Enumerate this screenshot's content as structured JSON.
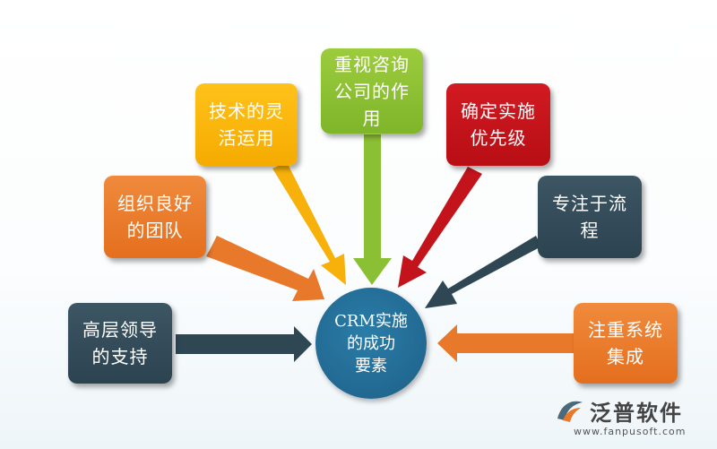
{
  "center": {
    "line1": "CRM实施",
    "line2": "的成功",
    "line3": "要素"
  },
  "factors": {
    "leadership": {
      "line1": "高层领导",
      "line2": "的支持",
      "color": "#2f4653"
    },
    "team": {
      "line1": "组织良好",
      "line2": "的团队",
      "color": "#e8782a"
    },
    "technology": {
      "line1": "技术的灵",
      "line2": "活运用",
      "color": "#f7b10a"
    },
    "consulting": {
      "line1": "重视咨询",
      "line2": "公司的作",
      "line3": "用",
      "color": "#8cc034"
    },
    "priority": {
      "line1": "确定实施",
      "line2": "优先级",
      "color": "#c3141b"
    },
    "process": {
      "line1": "专注于流",
      "line2": "程",
      "color": "#2f4653"
    },
    "integration": {
      "line1": "注重系统",
      "line2": "集成",
      "color": "#e8782a"
    }
  },
  "logo": {
    "name": "泛普软件",
    "url": "www.fanpusoft.com",
    "icon": "fanpu-logo-icon"
  }
}
